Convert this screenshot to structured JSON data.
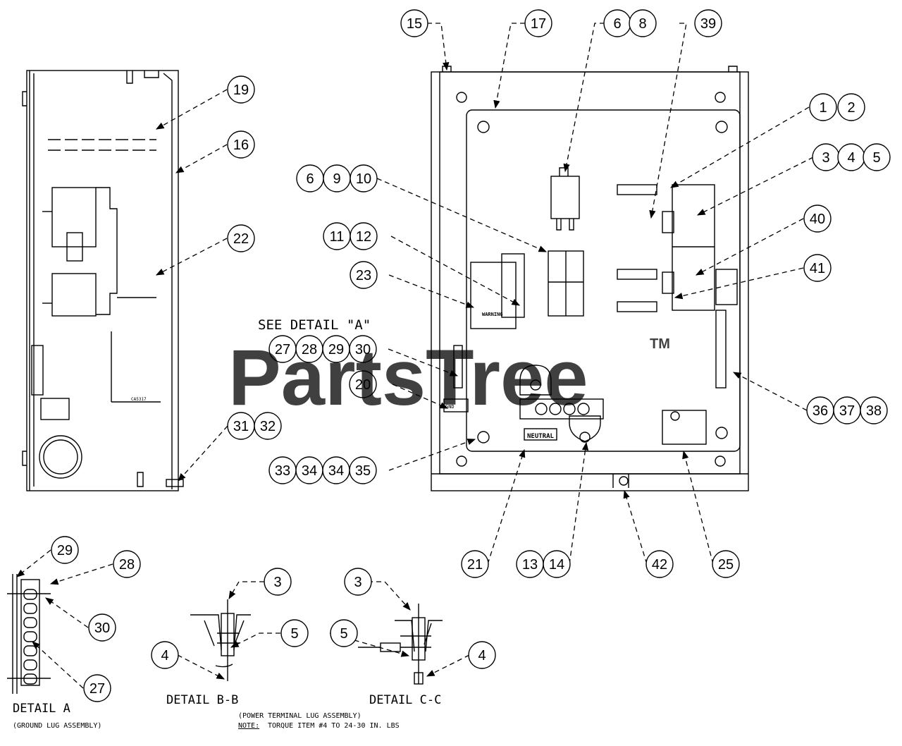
{
  "callouts": {
    "c15": "15",
    "c17": "17",
    "c6a": "6",
    "c8": "8",
    "c39": "39",
    "c19": "19",
    "c16": "16",
    "c22": "22",
    "c1": "1",
    "c2": "2",
    "c3a": "3",
    "c4a": "4",
    "c5a": "5",
    "c40": "40",
    "c41": "41",
    "c6b": "6",
    "c9": "9",
    "c10": "10",
    "c11": "11",
    "c12": "12",
    "c23": "23",
    "c27a": "27",
    "c28a": "28",
    "c29a": "29",
    "c30a": "30",
    "c20": "20",
    "c31": "31",
    "c32": "32",
    "c33": "33",
    "c34a": "34",
    "c34b": "34",
    "c35": "35",
    "c36": "36",
    "c37": "37",
    "c38": "38",
    "c21": "21",
    "c13": "13",
    "c14": "14",
    "c42": "42",
    "c25": "25",
    "c29b": "29",
    "c28b": "28",
    "c30b": "30",
    "c27b": "27",
    "c3b": "3",
    "c5b": "5",
    "c4b": "4",
    "c3c": "3",
    "c5c": "5",
    "c4c": "4"
  },
  "labels": {
    "see_detail": "SEE DETAIL \"A\"",
    "neutral": "NEUTRAL",
    "warning": "WARNING",
    "detail_a": "DETAIL A",
    "detail_a_sub": "(GROUND LUG ASSEMBLY)",
    "detail_bb": "DETAIL B-B",
    "detail_cc": "DETAIL C-C",
    "power_lug": "(POWER TERMINAL LUG ASSEMBLY)",
    "note_label": "NOTE:",
    "note_text": "TORQUE ITEM #4 TO 24-30 IN. LBS",
    "gnd": "GND",
    "part_code": "CA5317"
  },
  "watermark": {
    "text": "PartsTree",
    "tm": "TM",
    "color": "#b4b4b4"
  }
}
